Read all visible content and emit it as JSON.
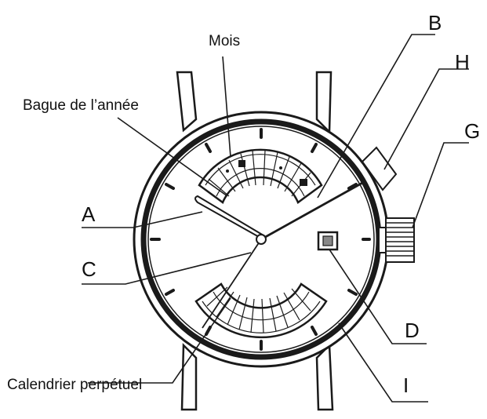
{
  "labels": {
    "mois": "Mois",
    "bague_annee": "Bague de l’année",
    "calendrier": "Calendrier perpétuel",
    "a": "A",
    "b": "B",
    "c": "C",
    "d": "D",
    "g": "G",
    "h": "H",
    "i": "I"
  },
  "colors": {
    "line": "#1a1a1a",
    "paper": "#ffffff"
  }
}
